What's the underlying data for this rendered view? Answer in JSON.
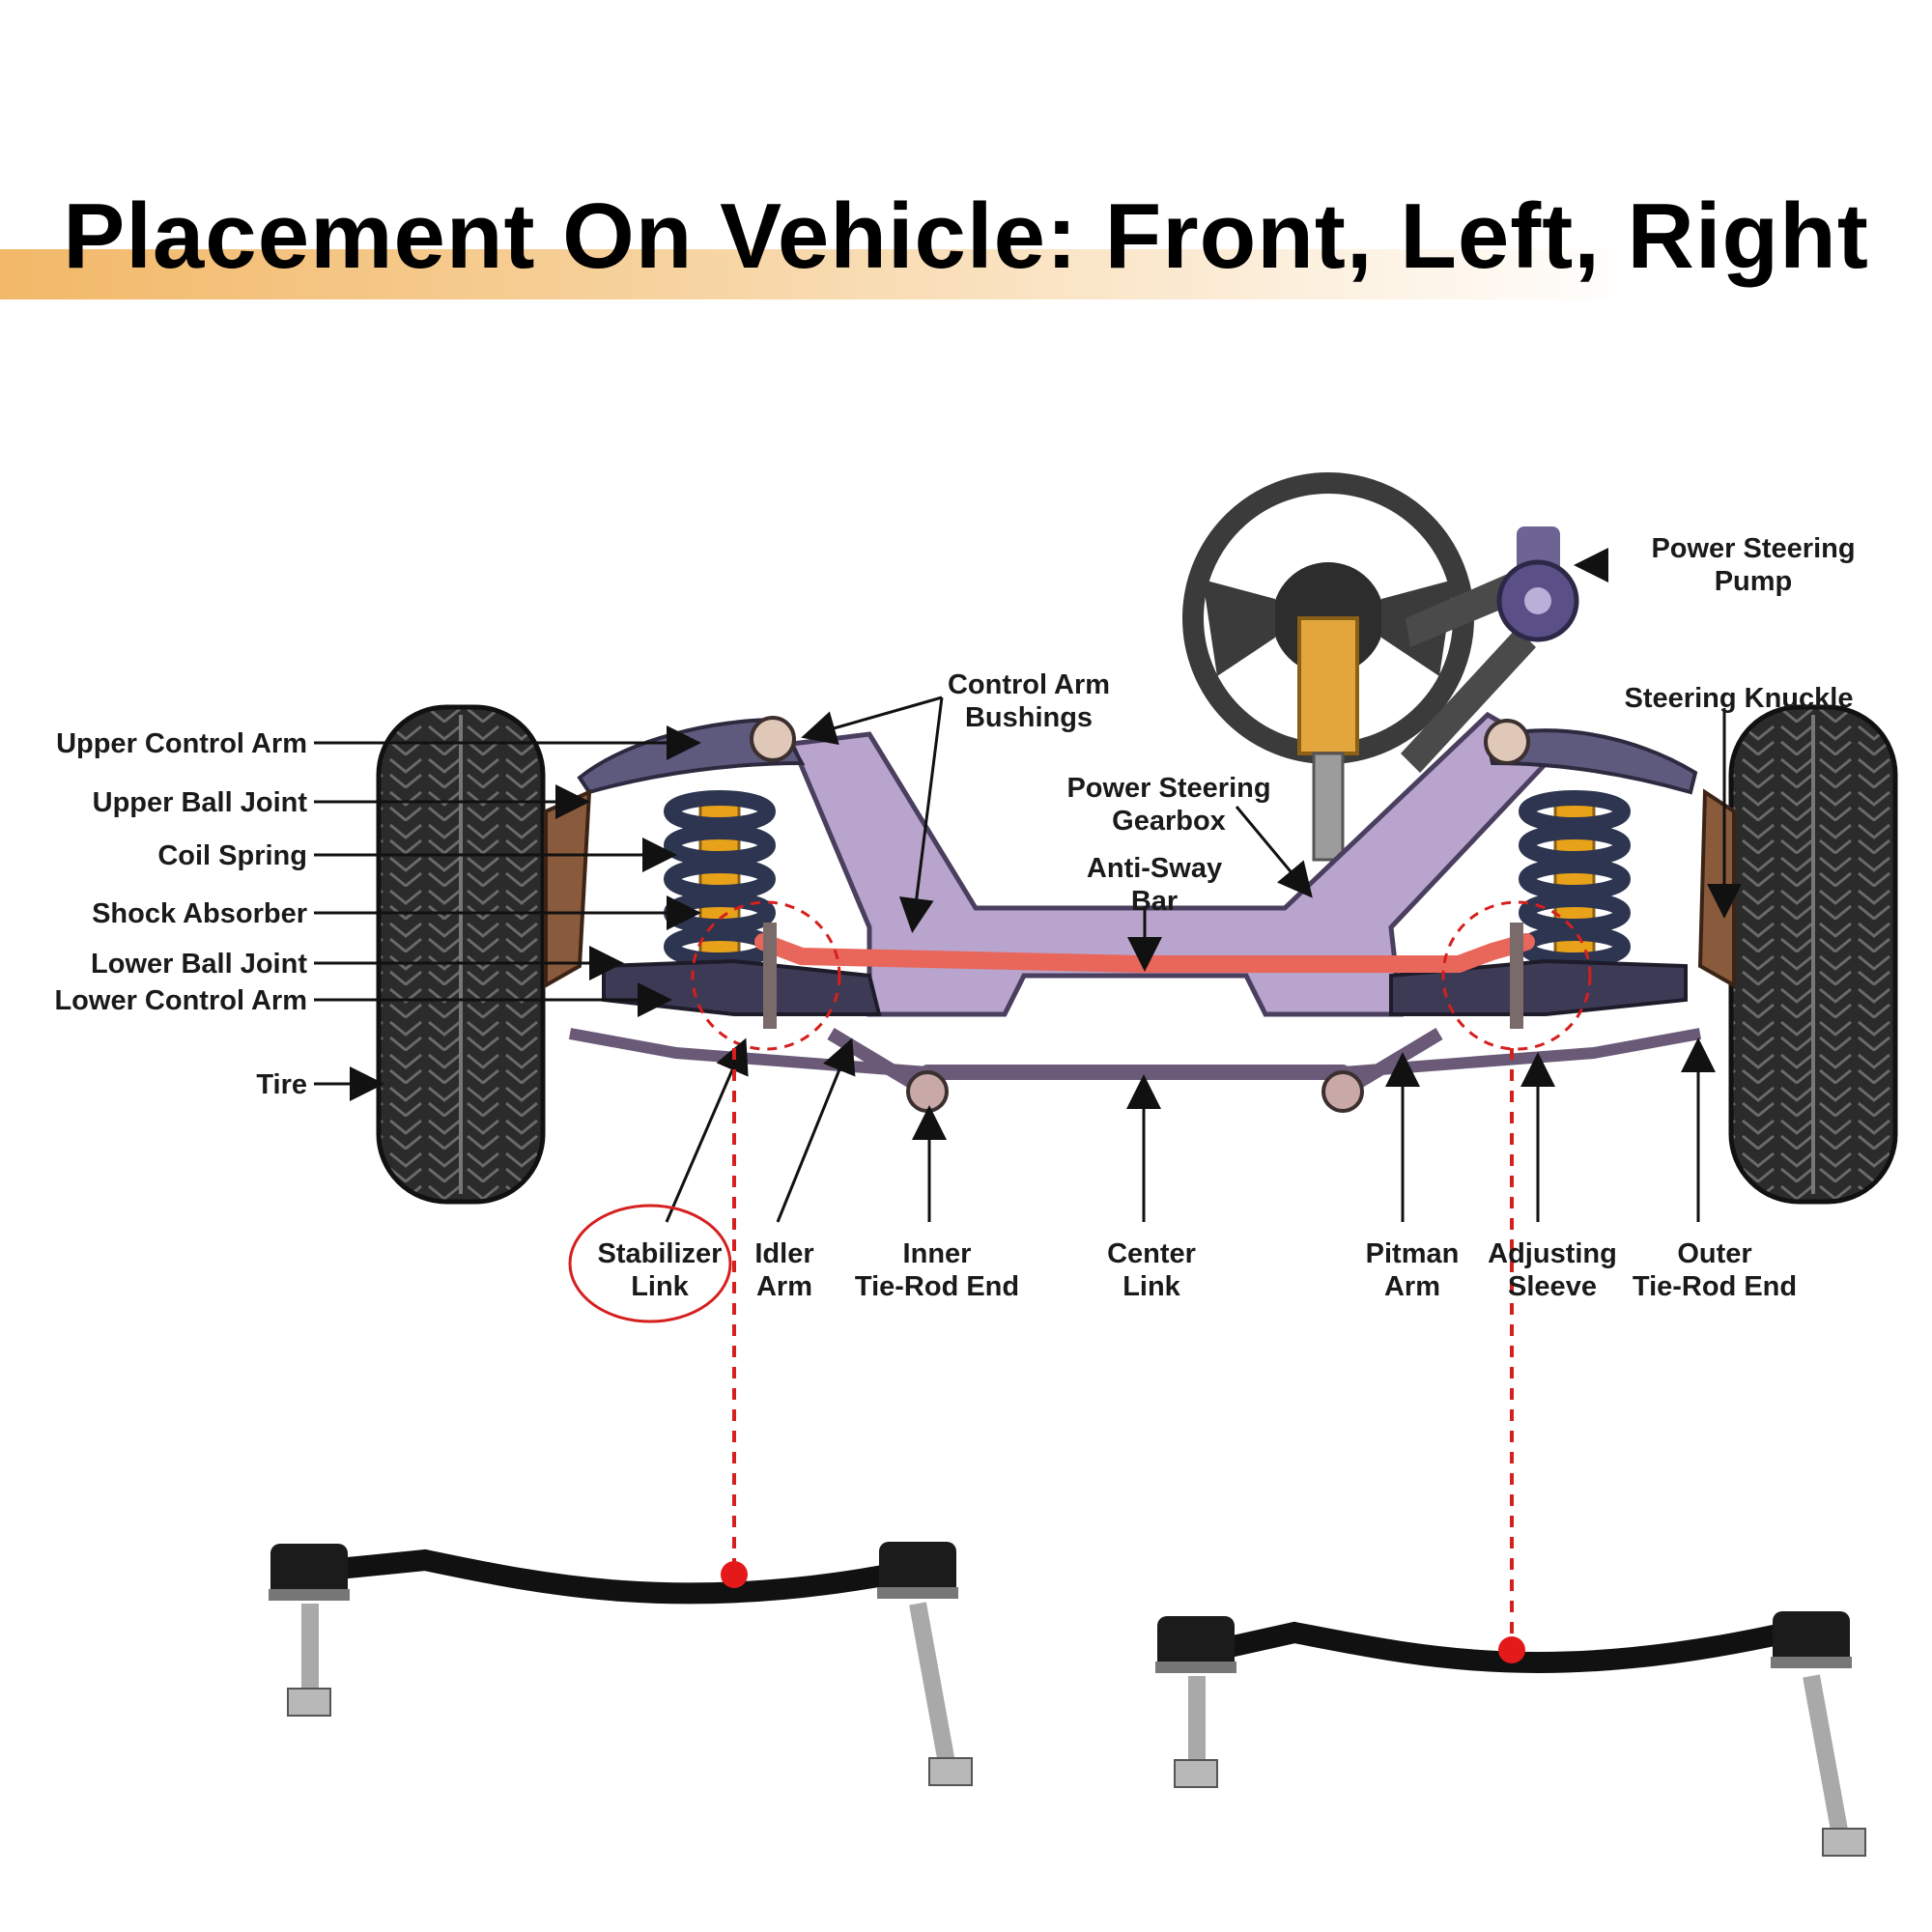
{
  "title": "Placement On Vehicle: Front, Left, Right",
  "labels": {
    "power_steering_pump_1": "Power Steering",
    "power_steering_pump_2": "Pump",
    "steering_knuckle": "Steering Knuckle",
    "control_arm_bushings_1": "Control Arm",
    "control_arm_bushings_2": "Bushings",
    "power_steering_gearbox_1": "Power Steering",
    "power_steering_gearbox_2": "Gearbox",
    "anti_sway_bar_1": "Anti-Sway",
    "anti_sway_bar_2": "Bar",
    "upper_control_arm": "Upper Control Arm",
    "upper_ball_joint": "Upper Ball Joint",
    "coil_spring": "Coil Spring",
    "shock_absorber": "Shock Absorber",
    "lower_ball_joint": "Lower Ball Joint",
    "lower_control_arm": "Lower Control Arm",
    "tire": "Tire",
    "stabilizer_link_1": "Stabilizer",
    "stabilizer_link_2": "Link",
    "idler_arm_1": "Idler",
    "idler_arm_2": "Arm",
    "inner_tie_rod_1": "Inner",
    "inner_tie_rod_2": "Tie-Rod End",
    "center_link_1": "Center",
    "center_link_2": "Link",
    "pitman_arm_1": "Pitman",
    "pitman_arm_2": "Arm",
    "adjusting_sleeve_1": "Adjusting",
    "adjusting_sleeve_2": "Sleeve",
    "outer_tie_rod_1": "Outer",
    "outer_tie_rod_2": "Tie-Rod End"
  },
  "colors": {
    "highlight": "#d61f1f",
    "frame": "#b8a4cc",
    "arm": "#5e5a7e",
    "spring": "#2d3550",
    "shock": "#e8a21a",
    "anti_sway": "#e8665a",
    "knuckle": "#8a5a3c",
    "tire": "#2b2b2b",
    "link": "#111111"
  }
}
